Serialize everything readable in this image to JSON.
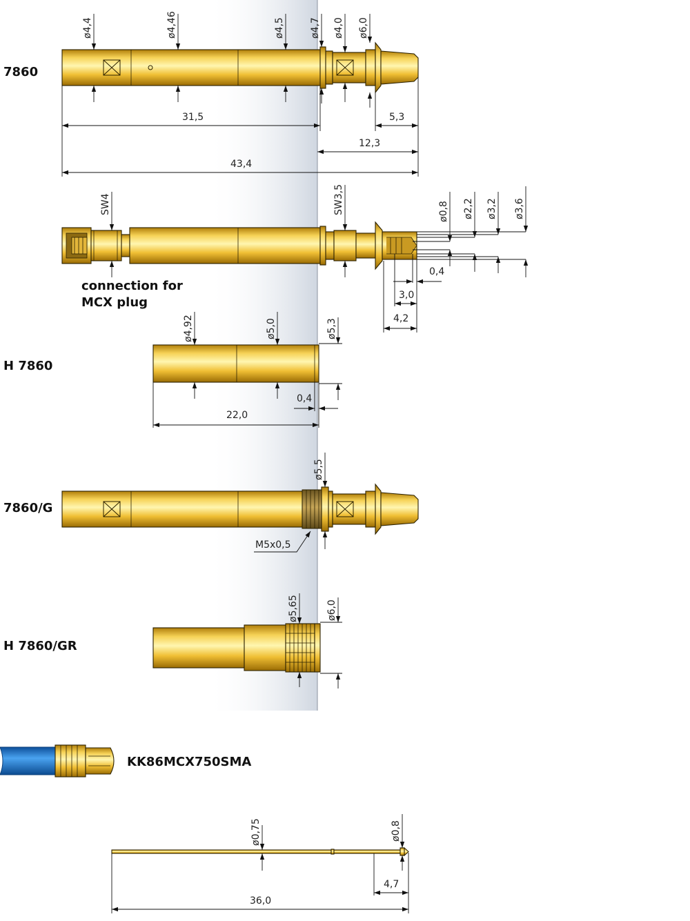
{
  "parts": {
    "p7860": "7860",
    "mcx_note_line1": "connection for",
    "mcx_note_line2": "MCX plug",
    "h7860": "H 7860",
    "p7860g": "7860/G",
    "h7860gr": "H 7860/GR",
    "kk86": "KK86MCX750SMA"
  },
  "dims": {
    "d44": "ø4,4",
    "d446": "ø4,46",
    "d45": "ø4,5",
    "d47": "ø4,7",
    "d40": "ø4,0",
    "d60a": "ø6,0",
    "l315": "31,5",
    "l53": "5,3",
    "l123": "12,3",
    "l434": "43,4",
    "sw4": "SW4",
    "sw35": "SW3,5",
    "d08": "ø0,8",
    "d22": "ø2,2",
    "d32": "ø3,2",
    "d36": "ø3,6",
    "l04a": "0,4",
    "l30": "3,0",
    "l42": "4,2",
    "d492": "ø4,92",
    "d50": "ø5,0",
    "d53": "ø5,3",
    "l04b": "0,4",
    "l220": "22,0",
    "d55": "ø5,5",
    "m5": "M5x0,5",
    "d565": "ø5,65",
    "d60b": "ø6,0",
    "d075": "ø0,75",
    "d08b": "ø0,8",
    "l47": "4,7",
    "l360": "36,0"
  },
  "colors": {
    "gold_light": "#fff29a",
    "gold_mid": "#f2c23a",
    "gold_dark": "#a97a08",
    "cable_blue": "#2a7fd0",
    "band_gray": "#d4d9e2"
  }
}
